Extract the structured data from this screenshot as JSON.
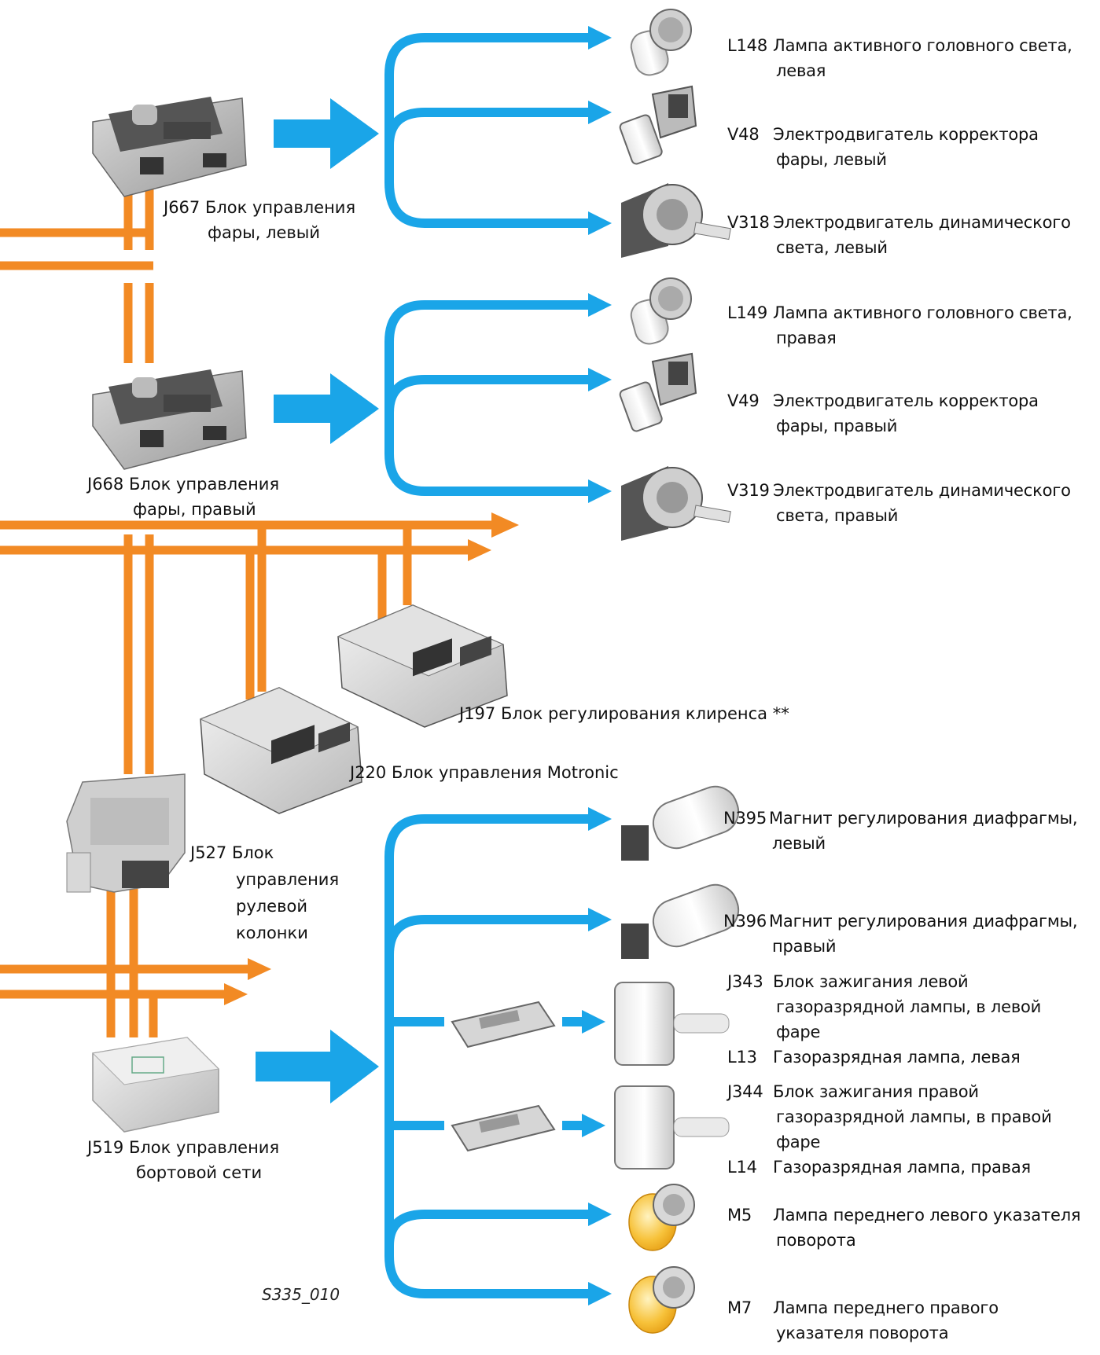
{
  "colors": {
    "bus": "#f28a24",
    "signal": "#1aa5e8",
    "ecu_dark": "#8a8a8a",
    "ecu_light": "#cfcfcf",
    "amber": "#f5b21e"
  },
  "figure_id": "S335_010",
  "controllers": {
    "j667": {
      "code": "J667",
      "line1": "Блок управления",
      "line2": "фары, левый"
    },
    "j668": {
      "code": "J668",
      "line1": "Блок управления",
      "line2": "фары, правый"
    },
    "j197": {
      "code": "J197",
      "line1": "Блок регулирования клиренса **"
    },
    "j220": {
      "code": "J220",
      "line1": "Блок управления Motronic"
    },
    "j527": {
      "code": "J527",
      "line1": "Блок",
      "line2": "управления",
      "line3": "рулевой",
      "line4": "колонки"
    },
    "j519": {
      "code": "J519",
      "line1": "Блок управления",
      "line2": "бортовой сети"
    }
  },
  "components": {
    "l148": {
      "code": "L148",
      "line1": "Лампа активного головного света,",
      "line2": "левая",
      "icon": "bulb-icon"
    },
    "v48": {
      "code": "V48",
      "line1": "Электродвигатель корректора",
      "line2": "фары, левый",
      "icon": "actuator-icon"
    },
    "v318": {
      "code": "V318",
      "line1": "Электродвигатель динамического",
      "line2": "света, левый",
      "icon": "motor-icon"
    },
    "l149": {
      "code": "L149",
      "line1": "Лампа активного головного света,",
      "line2": "правая",
      "icon": "bulb-icon"
    },
    "v49": {
      "code": "V49",
      "line1": "Электродвигатель корректора",
      "line2": "фары, правый",
      "icon": "actuator-icon"
    },
    "v319": {
      "code": "V319",
      "line1": "Электродвигатель динамического",
      "line2": "света, правый",
      "icon": "motor-icon"
    },
    "n395": {
      "code": "N395",
      "line1": "Магнит регулирования диафрагмы,",
      "line2": "левый",
      "icon": "solenoid-icon"
    },
    "n396": {
      "code": "N396",
      "line1": "Магнит регулирования диафрагмы,",
      "line2": "правый",
      "icon": "solenoid-icon"
    },
    "j343": {
      "code": "J343",
      "line1": "Блок зажигания левой",
      "line2": "газоразрядной лампы, в левой",
      "line3": "фаре",
      "icon": "xenon-icon"
    },
    "l13": {
      "code": "L13",
      "line1": "Газоразрядная лампа, левая"
    },
    "j344": {
      "code": "J344",
      "line1": "Блок зажигания правой",
      "line2": "газоразрядной лампы, в правой",
      "line3": "фаре",
      "icon": "xenon-icon"
    },
    "l14": {
      "code": "L14",
      "line1": "Газоразрядная лампа, правая"
    },
    "m5": {
      "code": "M5",
      "line1": "Лампа переднего левого указателя",
      "line2": "поворота",
      "icon": "turn-bulb-icon"
    },
    "m7": {
      "code": "M7",
      "line1": "Лампа переднего правого",
      "line2": "указателя поворота",
      "icon": "turn-bulb-icon"
    }
  }
}
